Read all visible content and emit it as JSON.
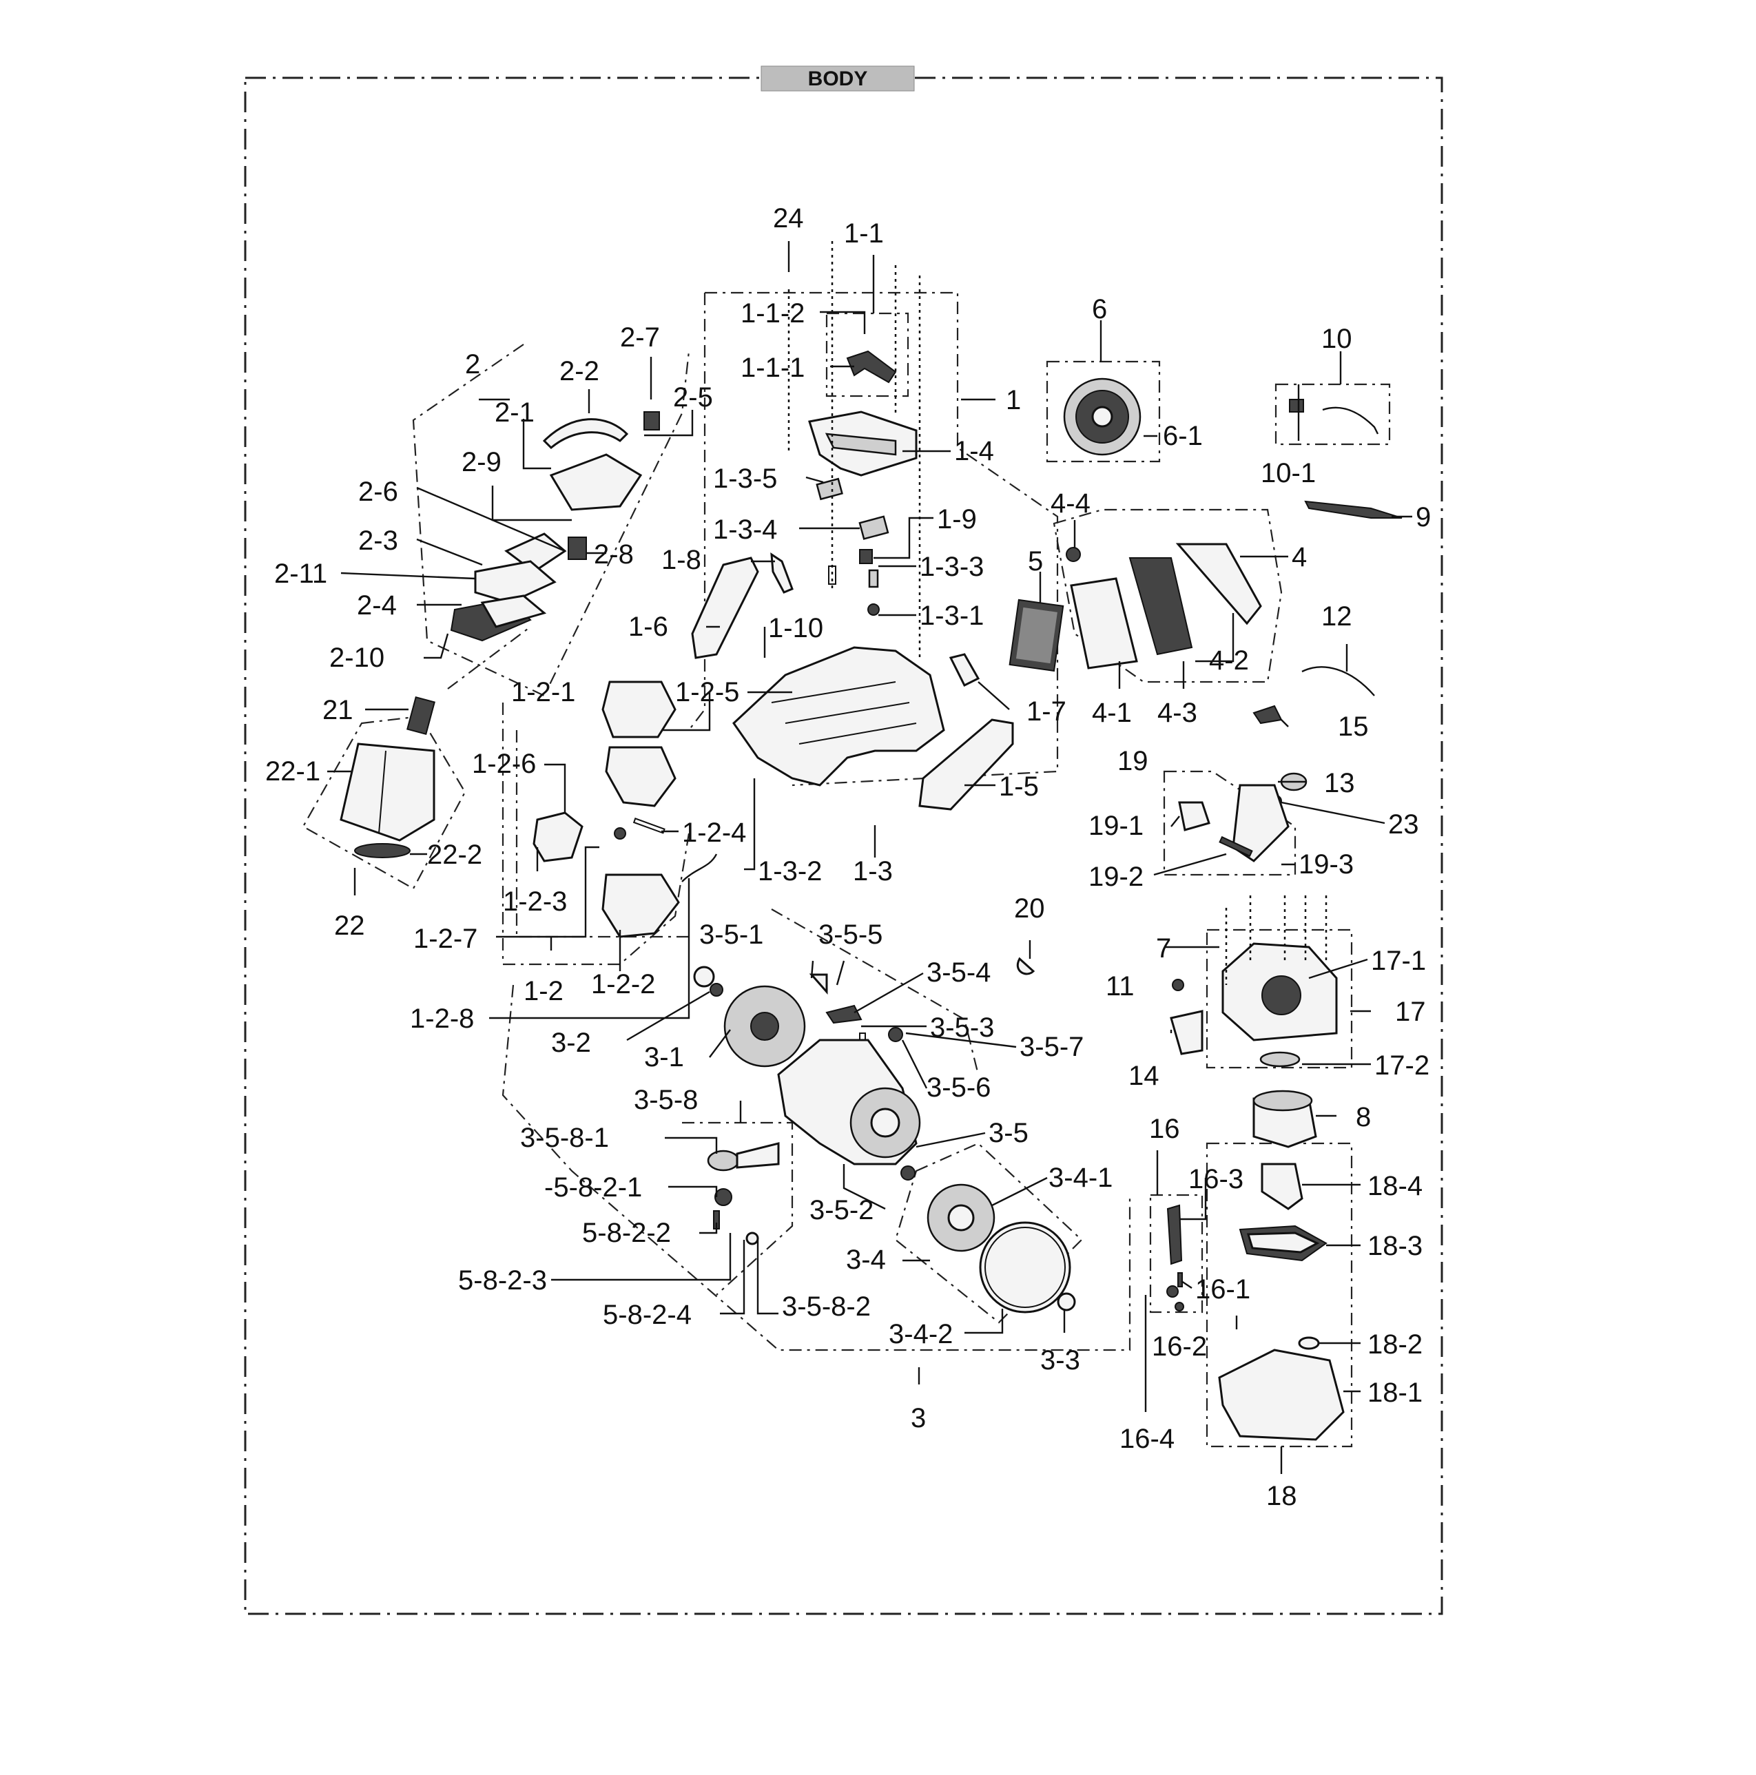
{
  "title": "BODY",
  "labels": [
    {
      "id": "24",
      "text": "24"
    },
    {
      "id": "1-1",
      "text": "1-1"
    },
    {
      "id": "1-1-2",
      "text": "1-1-2"
    },
    {
      "id": "1-1-1",
      "text": "1-1-1"
    },
    {
      "id": "1",
      "text": "1"
    },
    {
      "id": "1-4",
      "text": "1-4"
    },
    {
      "id": "1-3-5",
      "text": "1-3-5"
    },
    {
      "id": "1-3-4",
      "text": "1-3-4"
    },
    {
      "id": "1-9",
      "text": "1-9"
    },
    {
      "id": "1-8",
      "text": "1-8"
    },
    {
      "id": "1-3-3",
      "text": "1-3-3"
    },
    {
      "id": "1-3-1",
      "text": "1-3-1"
    },
    {
      "id": "1-6",
      "text": "1-6"
    },
    {
      "id": "1-10",
      "text": "1-10"
    },
    {
      "id": "1-2-1",
      "text": "1-2-1"
    },
    {
      "id": "1-2-5",
      "text": "1-2-5"
    },
    {
      "id": "1-7",
      "text": "1-7"
    },
    {
      "id": "1-5",
      "text": "1-5"
    },
    {
      "id": "1-2-6",
      "text": "1-2-6"
    },
    {
      "id": "1-2-4",
      "text": "1-2-4"
    },
    {
      "id": "1-3-2",
      "text": "1-3-2"
    },
    {
      "id": "1-3",
      "text": "1-3"
    },
    {
      "id": "1-2-3",
      "text": "1-2-3"
    },
    {
      "id": "1-2-7",
      "text": "1-2-7"
    },
    {
      "id": "1-2-2",
      "text": "1-2-2"
    },
    {
      "id": "1-2",
      "text": "1-2"
    },
    {
      "id": "1-2-8",
      "text": "1-2-8"
    },
    {
      "id": "2",
      "text": "2"
    },
    {
      "id": "2-2",
      "text": "2-2"
    },
    {
      "id": "2-7",
      "text": "2-7"
    },
    {
      "id": "2-5",
      "text": "2-5"
    },
    {
      "id": "2-1",
      "text": "2-1"
    },
    {
      "id": "2-9",
      "text": "2-9"
    },
    {
      "id": "2-6",
      "text": "2-6"
    },
    {
      "id": "2-3",
      "text": "2-3"
    },
    {
      "id": "2-8",
      "text": "2-8"
    },
    {
      "id": "2-11",
      "text": "2-11"
    },
    {
      "id": "2-4",
      "text": "2-4"
    },
    {
      "id": "2-10",
      "text": "2-10"
    },
    {
      "id": "21",
      "text": "21"
    },
    {
      "id": "22-1",
      "text": "22-1"
    },
    {
      "id": "22-2",
      "text": "22-2"
    },
    {
      "id": "22",
      "text": "22"
    },
    {
      "id": "6",
      "text": "6"
    },
    {
      "id": "6-1",
      "text": "6-1"
    },
    {
      "id": "10",
      "text": "10"
    },
    {
      "id": "10-1",
      "text": "10-1"
    },
    {
      "id": "9",
      "text": "9"
    },
    {
      "id": "4-4",
      "text": "4-4"
    },
    {
      "id": "4",
      "text": "4"
    },
    {
      "id": "5",
      "text": "5"
    },
    {
      "id": "4-2",
      "text": "4-2"
    },
    {
      "id": "4-1",
      "text": "4-1"
    },
    {
      "id": "4-3",
      "text": "4-3"
    },
    {
      "id": "12",
      "text": "12"
    },
    {
      "id": "15",
      "text": "15"
    },
    {
      "id": "19",
      "text": "19"
    },
    {
      "id": "13",
      "text": "13"
    },
    {
      "id": "19-1",
      "text": "19-1"
    },
    {
      "id": "23",
      "text": "23"
    },
    {
      "id": "19-2",
      "text": "19-2"
    },
    {
      "id": "19-3",
      "text": "19-3"
    },
    {
      "id": "20",
      "text": "20"
    },
    {
      "id": "3-5-1",
      "text": "3-5-1"
    },
    {
      "id": "3-5-5",
      "text": "3-5-5"
    },
    {
      "id": "3-5-4",
      "text": "3-5-4"
    },
    {
      "id": "3-5-3",
      "text": "3-5-3"
    },
    {
      "id": "3-5-7",
      "text": "3-5-7"
    },
    {
      "id": "3-2",
      "text": "3-2"
    },
    {
      "id": "3-1",
      "text": "3-1"
    },
    {
      "id": "3-5-6",
      "text": "3-5-6"
    },
    {
      "id": "3-5-8",
      "text": "3-5-8"
    },
    {
      "id": "3-5-8-1",
      "text": "3-5-8-1"
    },
    {
      "id": "3-5",
      "text": "3-5"
    },
    {
      "id": "5-8-2-1",
      "text": "-5-8-2-1"
    },
    {
      "id": "3-4-1",
      "text": "3-4-1"
    },
    {
      "id": "3-5-2",
      "text": "3-5-2"
    },
    {
      "id": "5-8-2-2",
      "text": "5-8-2-2"
    },
    {
      "id": "3-4",
      "text": "3-4"
    },
    {
      "id": "5-8-2-3",
      "text": "5-8-2-3"
    },
    {
      "id": "5-8-2-4",
      "text": "5-8-2-4"
    },
    {
      "id": "3-5-8-2",
      "text": "3-5-8-2"
    },
    {
      "id": "3-4-2",
      "text": "3-4-2"
    },
    {
      "id": "3-3",
      "text": "3-3"
    },
    {
      "id": "3",
      "text": "3"
    },
    {
      "id": "7",
      "text": "7"
    },
    {
      "id": "17-1",
      "text": "17-1"
    },
    {
      "id": "11",
      "text": "11"
    },
    {
      "id": "17",
      "text": "17"
    },
    {
      "id": "14",
      "text": "14"
    },
    {
      "id": "17-2",
      "text": "17-2"
    },
    {
      "id": "8",
      "text": "8"
    },
    {
      "id": "16",
      "text": "16"
    },
    {
      "id": "16-3",
      "text": "16-3"
    },
    {
      "id": "18-4",
      "text": "18-4"
    },
    {
      "id": "18-3",
      "text": "18-3"
    },
    {
      "id": "16-1",
      "text": "16-1"
    },
    {
      "id": "16-2",
      "text": "16-2"
    },
    {
      "id": "18-2",
      "text": "18-2"
    },
    {
      "id": "18-1",
      "text": "18-1"
    },
    {
      "id": "16-4",
      "text": "16-4"
    },
    {
      "id": "18",
      "text": "18"
    }
  ]
}
